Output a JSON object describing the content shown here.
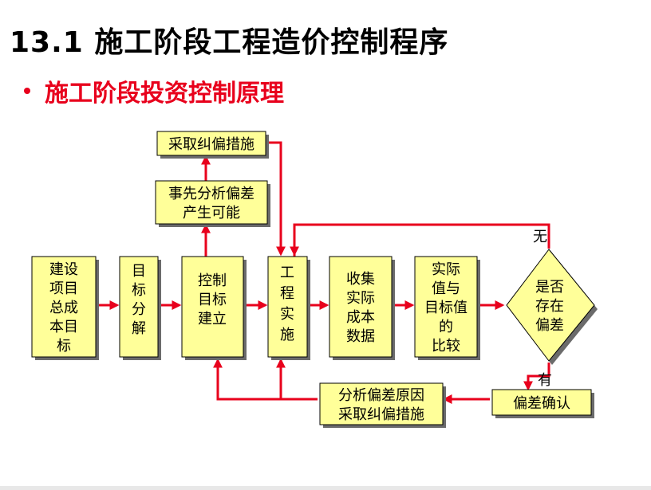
{
  "slide": {
    "title": "13.1  施工阶段工程造价控制程序",
    "subtitle": "施工阶段投资控制原理"
  },
  "diagram": {
    "nodes": {
      "corrective": [
        "采取纠偏措施"
      ],
      "pre_analysis": [
        "事先分析偏差",
        "产生可能"
      ],
      "target": [
        "建设",
        "项目",
        "总成",
        "本目",
        "标"
      ],
      "decompose": [
        "目",
        "标",
        "分",
        "解"
      ],
      "establish": [
        "控制",
        "目标",
        "建立"
      ],
      "construction": [
        "工",
        "程",
        "实",
        "施"
      ],
      "collect": [
        "收集",
        "实际",
        "成本",
        "数据"
      ],
      "compare": [
        "实际",
        "值与",
        "目标值",
        "的",
        "比较"
      ],
      "decision": [
        "是否",
        "存在",
        "偏差"
      ],
      "confirm": [
        "偏差确认"
      ],
      "analyze": [
        "分析偏差原因",
        "采取纠偏措施"
      ]
    },
    "branch_labels": {
      "no": "无",
      "yes": "有"
    },
    "colors": {
      "box_fill": "#ffff99",
      "arrow": "#e8001c",
      "title": "#000000",
      "subtitle": "#e8001c"
    }
  }
}
